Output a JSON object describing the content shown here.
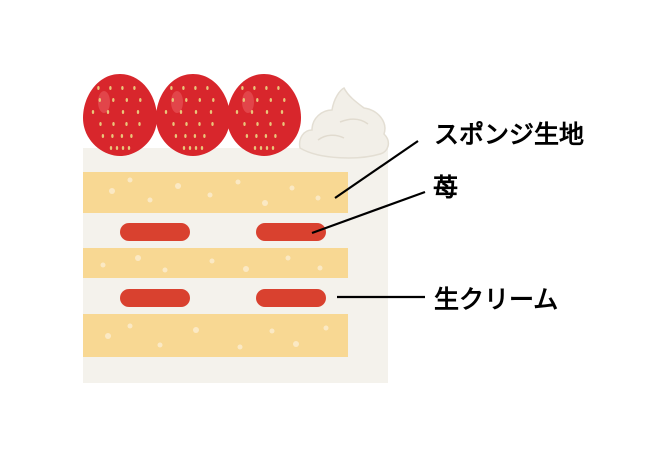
{
  "labels": {
    "sponge": "スポンジ生地",
    "strawberry": "苺",
    "cream": "生クリーム"
  },
  "colors": {
    "background": "#ffffff",
    "cake_cream": "#f4f2ec",
    "sponge_layer": "#f8d893",
    "strawberry_slice": "#d9412f",
    "strawberry": "#d8262c",
    "seed": "#e9c57a",
    "whipped_cream": "#f2efe8",
    "leader_line": "#000000"
  },
  "icons": [
    "strawberry-icon",
    "whipped-cream-icon"
  ]
}
